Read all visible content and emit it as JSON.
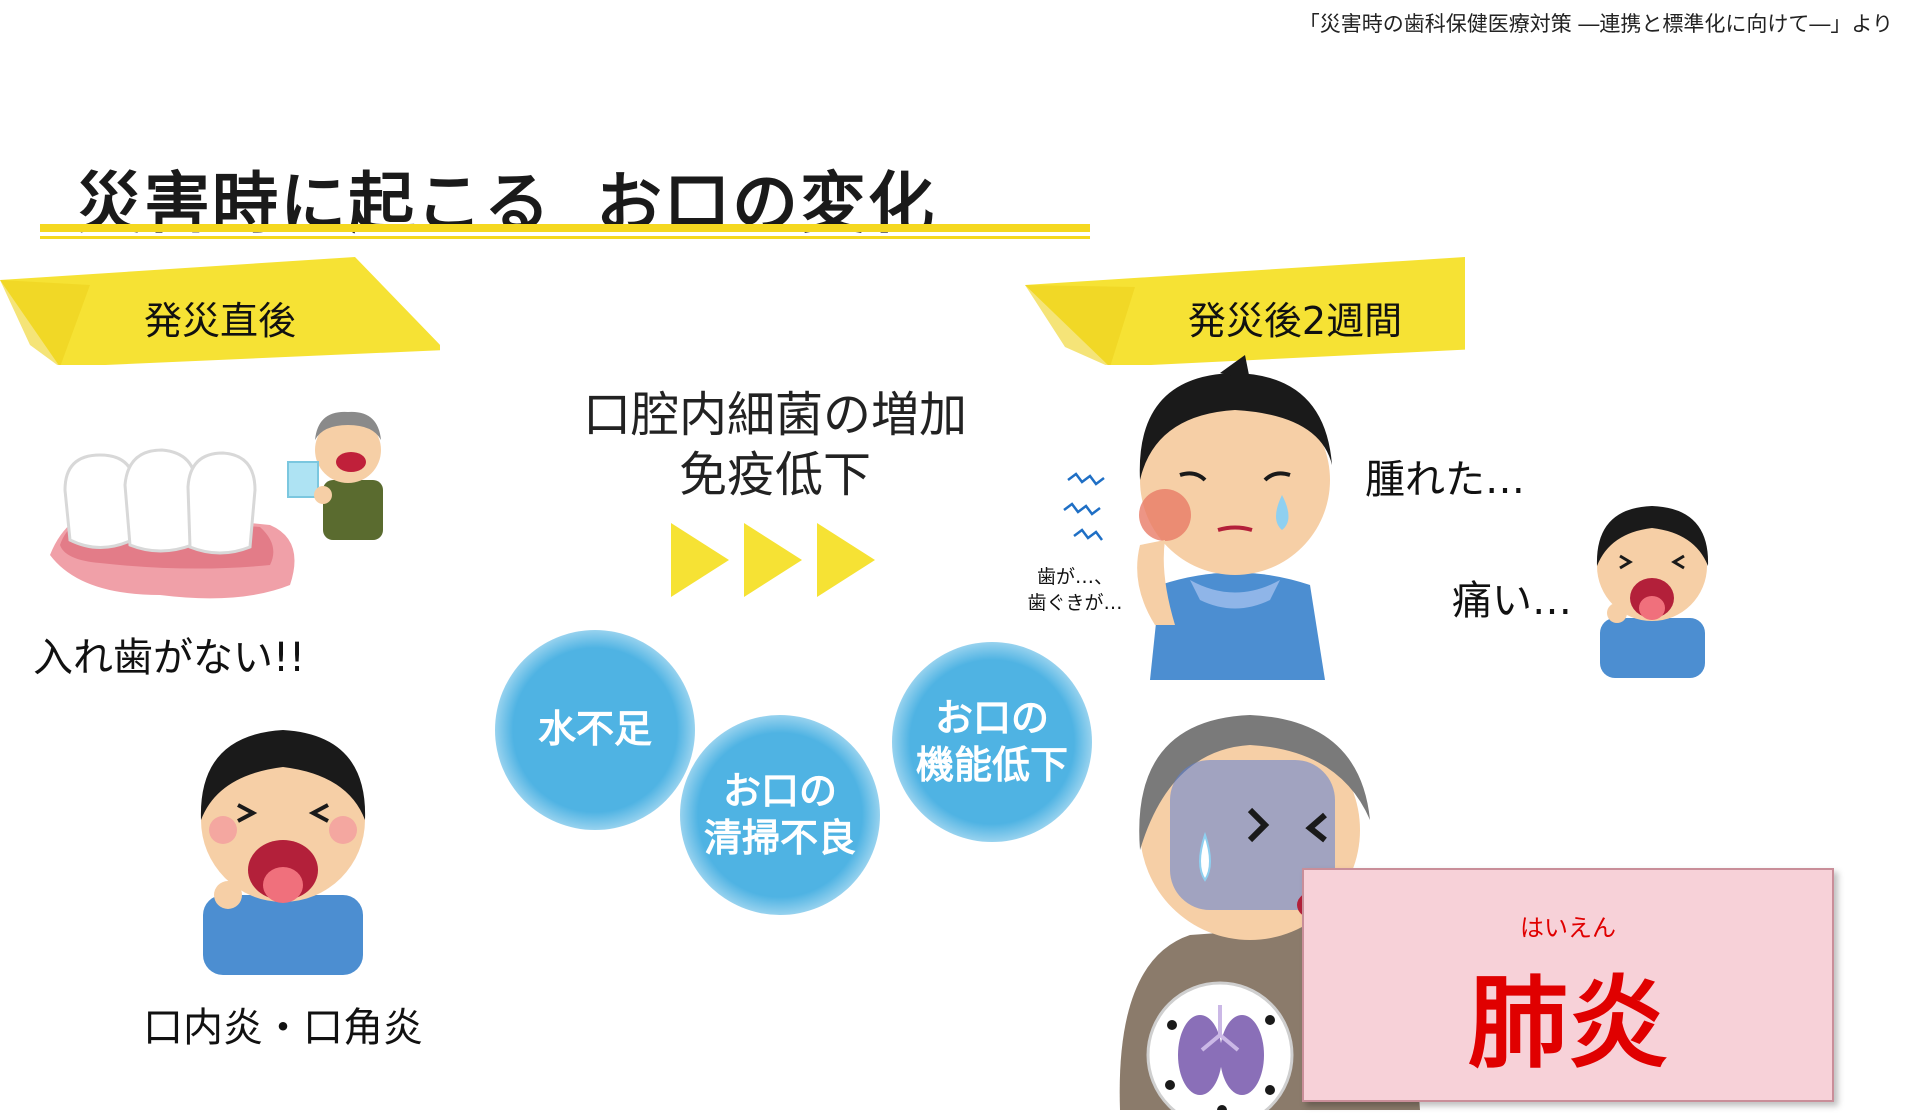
{
  "source": "「災害時の歯科保健医療対策 ―連携と標準化に向けて―」より",
  "title": {
    "part1": "災害時に起こる",
    "part2": "お口の変化"
  },
  "ribbons": {
    "left": "発災直後",
    "right": "発災後2週間"
  },
  "center": {
    "line1": "口腔内細菌の増加",
    "line2": "免疫低下"
  },
  "bubbles": {
    "water": "水不足",
    "cleaning_1": "お口の",
    "cleaning_2": "清掃不良",
    "function_1": "お口の",
    "function_2": "機能低下"
  },
  "left_labels": {
    "no_dentures": "入れ歯がない!!",
    "stomatitis": "口内炎・口角炎"
  },
  "right_labels": {
    "swollen": "腫れた…",
    "painful": "痛い…",
    "tooth_1": "歯が…、",
    "tooth_2": "歯ぐきが…"
  },
  "pneumonia": {
    "reading": "はいえん",
    "word": "肺炎"
  },
  "colors": {
    "ribbon": "#f6e234",
    "bubble": "#4fb3e3",
    "accent_red": "#e00000",
    "pink_box": "#f7d1d8"
  }
}
